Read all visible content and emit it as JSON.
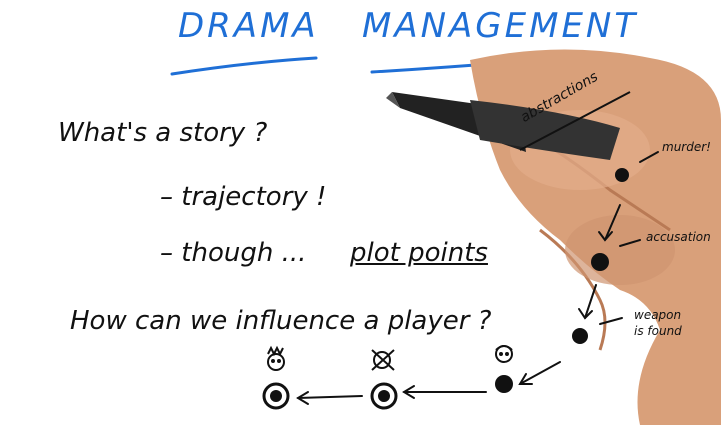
{
  "title": {
    "word1": "DRAMA",
    "word2": "MANAGEMENT"
  },
  "lines": {
    "question1": "What's a story ?",
    "bullet1": "– trajectory !",
    "bullet2_a": "– though ...",
    "bullet2_b": "plot points",
    "question2": "How can we influence a player ?"
  },
  "annotations": {
    "abstractions": "abstractions",
    "murder": "murder!",
    "accusation": "accusation",
    "weapon_line1": "weapon",
    "weapon_line2": "is found"
  },
  "colors": {
    "title_ink": "#1f6fd6",
    "ink": "#111111",
    "skin": "#d9a07a",
    "pen": "#222222"
  }
}
